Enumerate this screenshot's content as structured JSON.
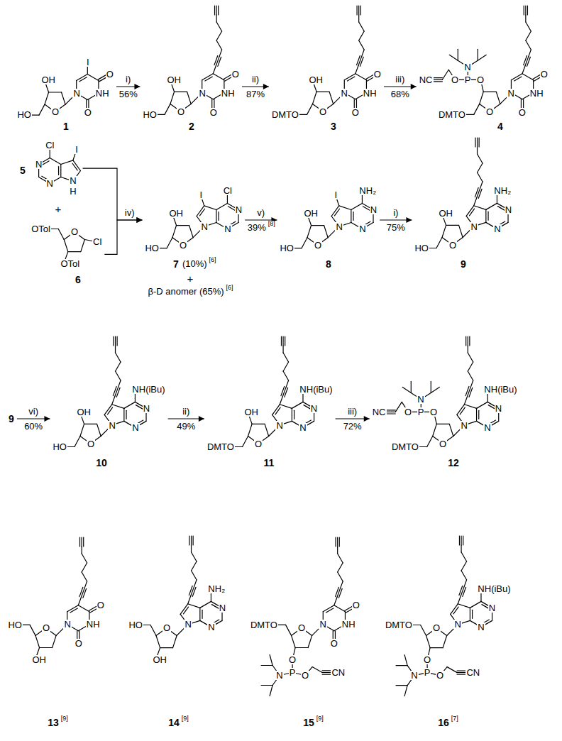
{
  "diagram": {
    "nodes": [
      {
        "text": [
          "I",
          "O",
          "NH",
          "O",
          "N",
          "OH",
          "O",
          "HO",
          "1"
        ]
      },
      {
        "text": [
          "O",
          "NH",
          "O",
          "N",
          "OH",
          "O",
          "HO",
          "2"
        ]
      },
      {
        "text": [
          "O",
          "NH",
          "O",
          "N",
          "OH",
          "O",
          "DMTO",
          "3"
        ]
      },
      {
        "text": [
          "O",
          "NH",
          "O",
          "N",
          "O",
          "O",
          "DMTO",
          "P",
          "N",
          "O",
          "NC",
          "4"
        ]
      },
      {
        "text": [
          "Cl",
          "I",
          "N",
          "N",
          "N",
          "H",
          "5"
        ]
      },
      {
        "text": [
          "OTol",
          "O",
          "OTol",
          "Cl",
          "6"
        ]
      },
      {
        "text": [
          "Cl",
          "I",
          "N",
          "N",
          "N",
          "OH",
          "O",
          "HO",
          "7",
          "(10%)",
          "[6]"
        ]
      },
      {
        "text": [
          "NH₂",
          "I",
          "N",
          "N",
          "N",
          "OH",
          "O",
          "HO",
          "8"
        ]
      },
      {
        "text": [
          "NH₂",
          "N",
          "N",
          "N",
          "OH",
          "O",
          "HO",
          "9"
        ]
      },
      {
        "text": [
          "9"
        ]
      },
      {
        "text": [
          "NH(iBu)",
          "N",
          "N",
          "N",
          "OH",
          "O",
          "HO",
          "10"
        ]
      },
      {
        "text": [
          "NH(iBu)",
          "N",
          "N",
          "N",
          "OH",
          "O",
          "DMTO",
          "11"
        ]
      },
      {
        "text": [
          "NH(iBu)",
          "N",
          "N",
          "N",
          "O",
          "O",
          "DMTO",
          "P",
          "N",
          "O",
          "NC",
          "12"
        ]
      },
      {
        "text": [
          "O",
          "NH",
          "O",
          "N",
          "OH",
          "O",
          "HO",
          "13",
          "[9]"
        ]
      },
      {
        "text": [
          "NH₂",
          "N",
          "N",
          "N",
          "OH",
          "O",
          "HO",
          "14",
          "[9]"
        ]
      },
      {
        "text": [
          "O",
          "NH",
          "O",
          "N",
          "O",
          "O",
          "DMTO",
          "P",
          "N",
          "O",
          "CN",
          "15",
          "[9]"
        ]
      },
      {
        "text": [
          "NH(iBu)",
          "N",
          "N",
          "N",
          "O",
          "O",
          "DMTO",
          "P",
          "N",
          "O",
          "CN",
          "16",
          "[7]"
        ]
      }
    ],
    "edges": [
      {
        "from": 0,
        "to": 1,
        "arrow": "to",
        "label": "i)"
      },
      {
        "from": 1,
        "to": 2,
        "arrow": "to",
        "label": "ii)"
      },
      {
        "from": 2,
        "to": 3,
        "arrow": "to",
        "label": "iii)"
      },
      {
        "from": 4,
        "to": 6,
        "arrow": "to",
        "label": "iv)"
      },
      {
        "from": 5,
        "to": 6,
        "arrow": "to"
      },
      {
        "from": 6,
        "to": 7,
        "arrow": "to",
        "label": "v)"
      },
      {
        "from": 7,
        "to": 8,
        "arrow": "to",
        "label": "i)"
      },
      {
        "from": 9,
        "to": 10,
        "arrow": "to",
        "label": "vi)"
      },
      {
        "from": 10,
        "to": 11,
        "arrow": "to",
        "label": "ii)"
      },
      {
        "from": 11,
        "to": 12,
        "arrow": "to",
        "label": "iii)"
      }
    ],
    "labels": [
      "56%",
      "87%",
      "68%",
      "+",
      "+",
      "β-D anomer (65%)",
      "[6]",
      "39%",
      "[8]",
      "75%",
      "60%",
      "49%",
      "72%"
    ]
  }
}
